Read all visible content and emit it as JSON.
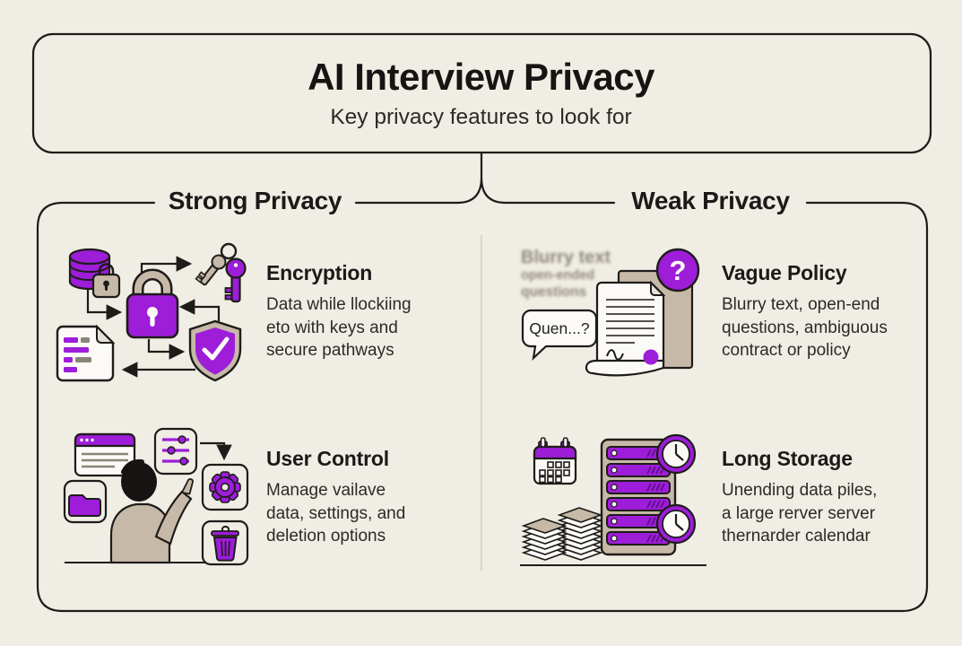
{
  "meta": {
    "accent_purple": "#9D1DD9",
    "tan": "#C7B9A7",
    "outline": "#1E1C1A",
    "background": "#F0EDE5"
  },
  "header": {
    "title": "AI Interview Privacy",
    "subtitle": "Key privacy features to look for"
  },
  "columns": [
    {
      "label": "Strong Privacy",
      "cards": [
        {
          "title": "Encryption",
          "body": "Data while llockiing\neto with keys and\nsecure pathways"
        },
        {
          "title": "User Control",
          "body": "Manage vailave\ndata, settings, and\ndeletion options"
        }
      ]
    },
    {
      "label": "Weak Privacy",
      "cards": [
        {
          "title": "Vague Policy",
          "body": "Blurry text, open-end\nquestions, ambiguous\ncontract or policy"
        },
        {
          "title": "Long Storage",
          "body": "Unending data piles,\na large rerver server\nthernarder calendar"
        }
      ]
    }
  ],
  "illustrations": {
    "vague_policy": {
      "blurry_line_1": "Blurry text",
      "blurry_line_2": "open-ended",
      "blurry_line_3": "questions",
      "speech_bubble": "Quen...?",
      "question_badge": "?"
    }
  }
}
